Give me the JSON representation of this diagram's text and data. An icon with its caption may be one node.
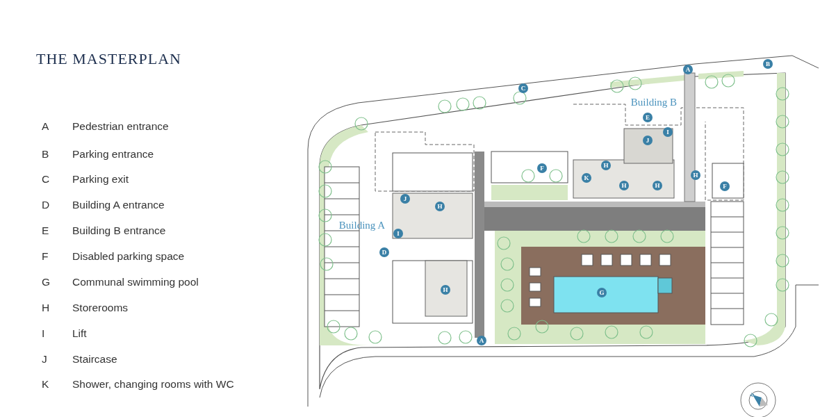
{
  "diagram": {
    "title": "THE MASTERPLAN",
    "labels": [
      "A",
      "Pedestrian entrance",
      "B",
      "Parking entrance",
      "C",
      "Parking exit",
      "D",
      "Building A entrance",
      "E",
      "Building B entrance",
      "F",
      "Disabled parking space",
      "G",
      "Communal swimming pool",
      "H",
      "Storerooms",
      "I",
      "Lift",
      "J",
      "Staircase",
      "K",
      "Shower, changing rooms with WC",
      "A",
      "B",
      "C",
      "Building B",
      "E",
      "I",
      "J",
      "H",
      "F",
      "K",
      "H",
      "H",
      "H",
      "F",
      "J",
      "H",
      "Building A",
      "I",
      "D",
      "H",
      "G",
      "A",
      "N"
    ]
  }
}
